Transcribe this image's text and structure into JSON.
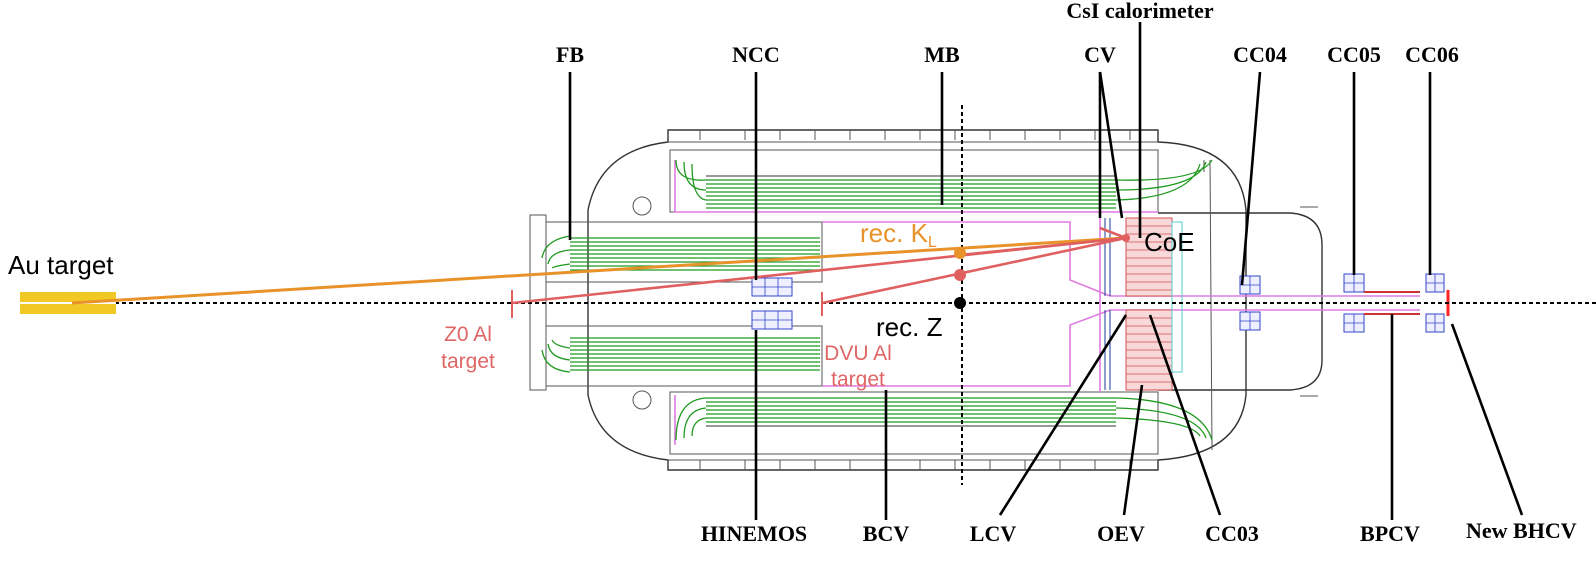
{
  "detectors_top": {
    "csi": "CsI calorimeter",
    "fb": "FB",
    "ncc": "NCC",
    "mb": "MB",
    "cv": "CV",
    "cc04": "CC04",
    "cc05": "CC05",
    "cc06": "CC06"
  },
  "detectors_bottom": {
    "hinemos": "HINEMOS",
    "bcv": "BCV",
    "lcv": "LCV",
    "oev": "OEV",
    "cc03": "CC03",
    "bpcv": "BPCV",
    "newbhcv": "New BHCV"
  },
  "annotations": {
    "au_target": "Au target",
    "rec_kl": "rec. K",
    "rec_kl_sub": "L",
    "coe": "CoE",
    "rec_z": "rec. Z",
    "z0_line1": "Z0 Al",
    "z0_line2": "target",
    "dvu_line1": "DVU Al",
    "dvu_line2": "target"
  },
  "colors": {
    "orange_track": "#e8922a",
    "red_track": "#e06060",
    "green_modules": "#1f9a1f",
    "au_target": "#f2c825",
    "pink_structure": "#e07ae0",
    "blue_collar": "#3344cc"
  }
}
